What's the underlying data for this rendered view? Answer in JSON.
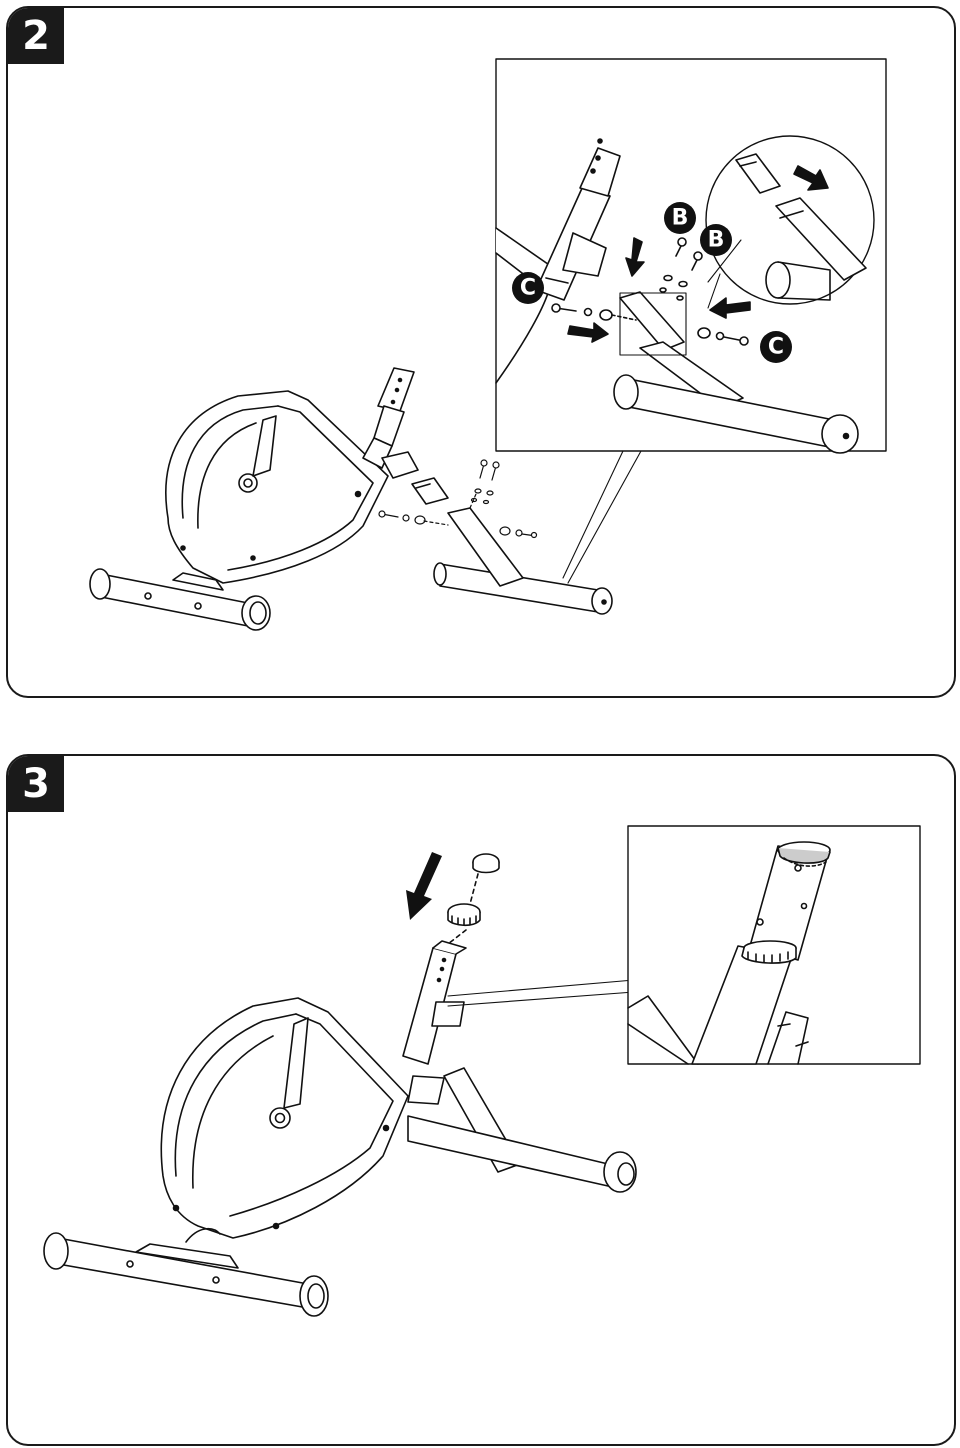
{
  "steps": [
    {
      "number": "2",
      "part_labels": [
        "B",
        "B",
        "C",
        "C"
      ]
    },
    {
      "number": "3"
    }
  ]
}
